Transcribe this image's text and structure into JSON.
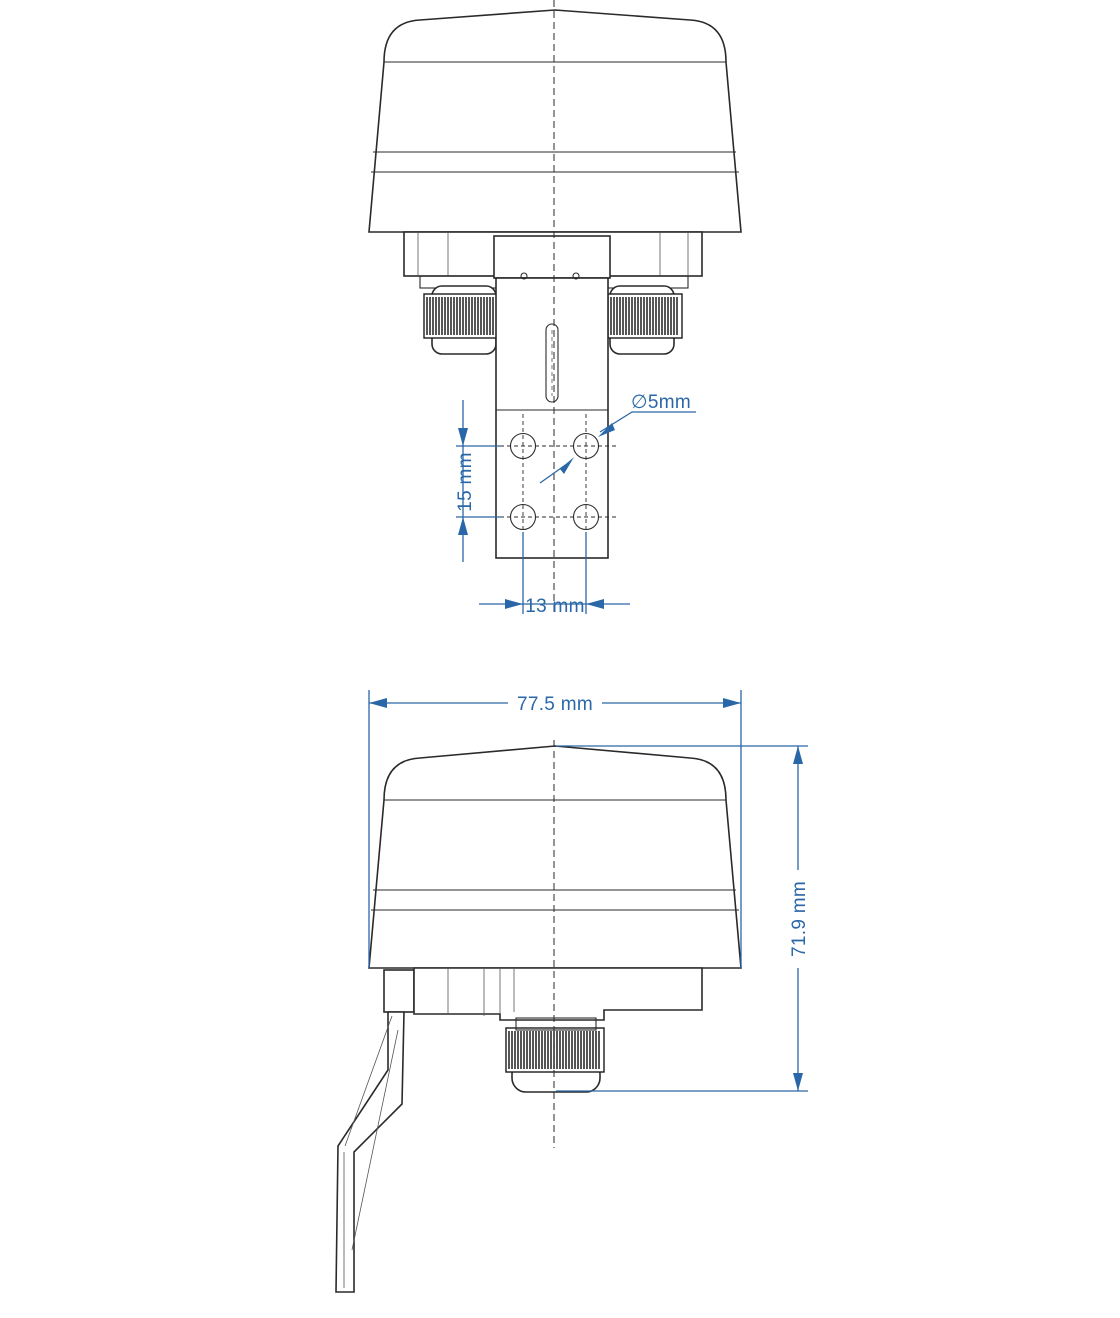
{
  "dimensions": {
    "hole_diameter": "∅5mm",
    "hole_vertical_pitch": "15 mm",
    "hole_horizontal_pitch": "13 mm",
    "overall_width": "77.5 mm",
    "overall_height": "71.9 mm"
  },
  "colors": {
    "dimension": "#2a67a8",
    "outline": "#2a2a2a",
    "background": "#ffffff"
  }
}
